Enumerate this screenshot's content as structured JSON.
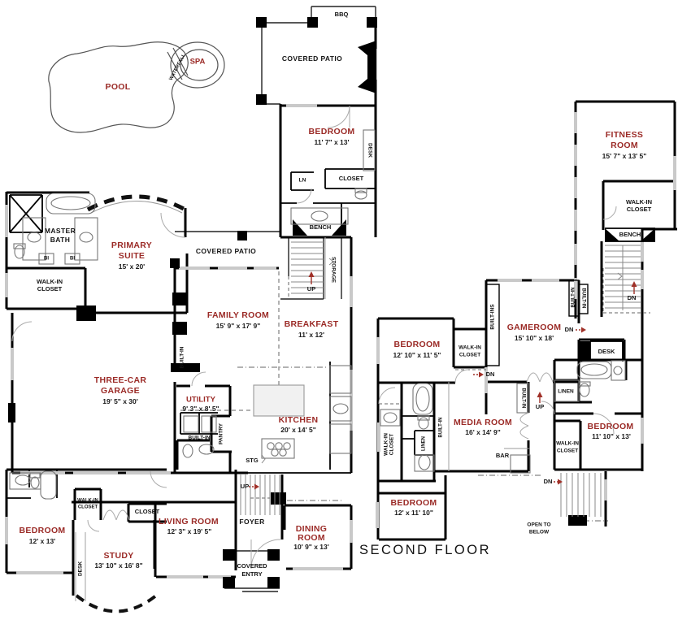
{
  "colors": {
    "room_label": "#9B2B27",
    "dim_label": "#1A1A1A",
    "small_label": "#141414",
    "wall": "#000000",
    "window": "#C9C9C9",
    "arrow": "#A03028"
  },
  "floor1": {
    "pool": "POOL",
    "spa": "SPA",
    "waterfall": "WATERFALL",
    "bbq": "BBQ",
    "covered_patio_top": "COVERED PATIO",
    "bedroom_top": {
      "name": "BEDROOM",
      "dims": "11' 7\" x 13'"
    },
    "desk": "DESK",
    "linen": "LN",
    "closet": "CLOSET",
    "bench": "BENCH",
    "master_bath": {
      "line1": "MASTER",
      "line2": "BATH"
    },
    "built_in_abbr_left": "BI",
    "built_in_abbr_right": "BI",
    "walk_in_closet": {
      "line1": "WALK-IN",
      "line2": "CLOSET"
    },
    "primary_suite": {
      "line1": "PRIMARY",
      "line2": "SUITE",
      "dims": "15' x 20'"
    },
    "covered_patio_mid": "COVERED PATIO",
    "stairs_up": "UP",
    "storage": "STORAGE",
    "family_room": {
      "name": "FAMILY ROOM",
      "dims": "15' 9\" x 17' 9\""
    },
    "family_built_in": "BUILT-IN",
    "breakfast": {
      "name": "BREAKFAST",
      "dims": "11' x 12'"
    },
    "garage": {
      "line1": "THREE-CAR",
      "line2": "GARAGE",
      "dims": "19' 5\" x 30'"
    },
    "utility": {
      "name": "UTILITY",
      "dims": "9' 3\" x 8' 5\""
    },
    "utility_built_in": "BUILT-IN",
    "pantry": "PANTRY",
    "kitchen": {
      "name": "KITCHEN",
      "dims": "20' x 14' 5\""
    },
    "storage_abbr": "STG",
    "foyer_stairs_up": "UP",
    "bedroom_left": {
      "name": "BEDROOM",
      "dims": "12' x 13'"
    },
    "bedroom_walk_in": {
      "line1": "WALK-IN",
      "line2": "CLOSET"
    },
    "study_closet": "CLOSET",
    "bedroom_desk": "DESK",
    "study": {
      "name": "STUDY",
      "dims": "13' 10\" x 16' 8\""
    },
    "living_room": {
      "name": "LIVING ROOM",
      "dims": "12' 3\" x 19' 5\""
    },
    "foyer": "FOYER",
    "dining_room": {
      "line1": "DINING",
      "line2": "ROOM",
      "dims": "10' 9\" x 13'"
    },
    "covered_entry": {
      "line1": "COVERED",
      "line2": "ENTRY"
    }
  },
  "floor2": {
    "fitness_room": {
      "line1": "FITNESS",
      "line2": "ROOM",
      "dims": "15' 7\" x 13' 5\""
    },
    "fitness_walk_in": {
      "line1": "WALK-IN",
      "line2": "CLOSET"
    },
    "bench": "BENCH",
    "stairs_dn": "DN",
    "built_in_a": "BUILT-IN",
    "built_in_b": "BUILT-IN",
    "built_ins": "BUILT-INS",
    "gameroom": {
      "name": "GAMEROOM",
      "dims": "15' 10\" x 18'"
    },
    "gameroom_dn": "DN",
    "desk": "DESK",
    "bedroom_left": {
      "name": "BEDROOM",
      "dims": "12' 10\" x 11' 5\""
    },
    "bedroom_left_walk_in": {
      "line1": "WALK-IN",
      "line2": "CLOSET"
    },
    "bedroom_left_dn": "DN",
    "media_walk_in": {
      "line1": "WALK-IN",
      "line2": "CLOSET"
    },
    "media_linen": "LINEN",
    "media_built_in": "BUILT-IN",
    "media_room": {
      "name": "MEDIA ROOM",
      "dims": "16' x 14' 9\""
    },
    "bar": "BAR",
    "hall_up": "UP",
    "hall_linen": "LINEN",
    "hall_built_in": "BUILT-IN",
    "bedroom_right": {
      "name": "BEDROOM",
      "dims": "11' 10\" x 13'"
    },
    "bedroom_right_walk_in": {
      "line1": "WALK-IN",
      "line2": "CLOSET"
    },
    "bottom_stairs_dn": "DN",
    "bedroom_bottom": {
      "name": "BEDROOM",
      "dims": "12' x 11' 10\""
    },
    "open_to_below": {
      "line1": "OPEN TO",
      "line2": "BELOW"
    },
    "title": "SECOND FLOOR"
  }
}
